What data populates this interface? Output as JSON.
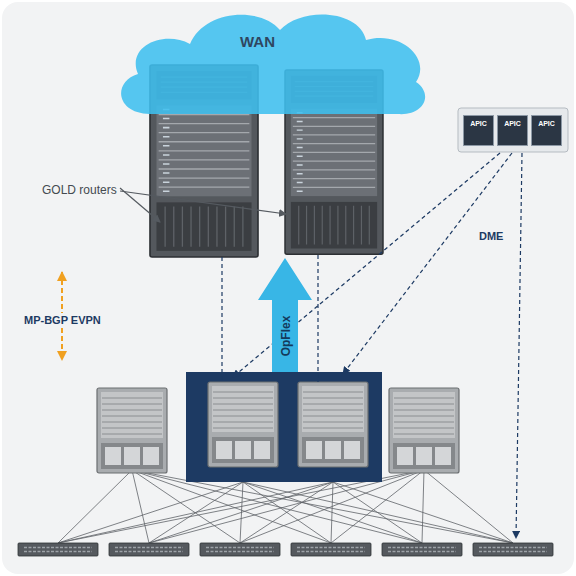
{
  "diagram": {
    "nodes": [
      {
        "text": [
          "WAN"
        ]
      },
      {
        "text": [
          "APIC"
        ]
      },
      {
        "text": [
          "APIC"
        ]
      },
      {
        "text": [
          "APIC"
        ]
      }
    ],
    "labels": [
      "GOLD routers",
      "DME",
      "OpFlex",
      "MP-BGP EVPN"
    ]
  }
}
